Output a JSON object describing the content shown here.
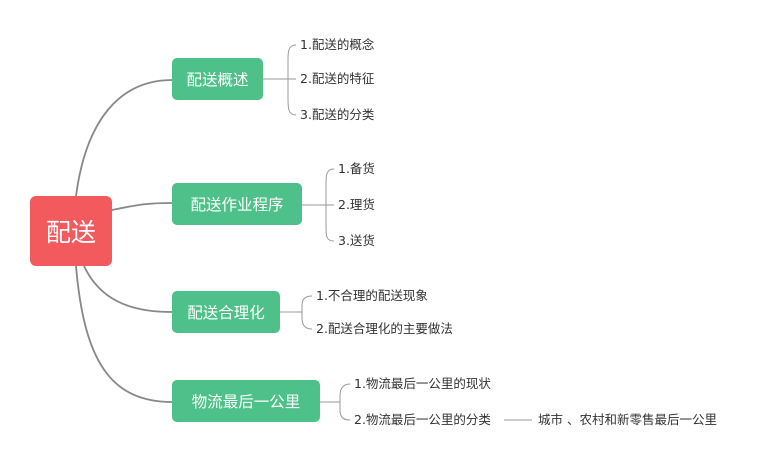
{
  "root": {
    "label": "配送"
  },
  "branches": [
    {
      "label": "配送概述",
      "leaves": [
        "1.配送的概念",
        "2.配送的特征",
        "3.配送的分类"
      ]
    },
    {
      "label": "配送作业程序",
      "leaves": [
        "1.备货",
        "2.理货",
        "3.送货"
      ]
    },
    {
      "label": "配送合理化",
      "leaves": [
        "1.不合理的配送现象",
        "2.配送合理化的主要做法"
      ]
    },
    {
      "label": "物流最后一公里",
      "leaves": [
        "1.物流最后一公里的现状",
        "2.物流最后一公里的分类"
      ]
    }
  ],
  "extra_leaf": "城市 、农村和新零售最后一公里",
  "colors": {
    "root": "#f25a5e",
    "branch": "#4ec08a",
    "line": "#888888"
  }
}
